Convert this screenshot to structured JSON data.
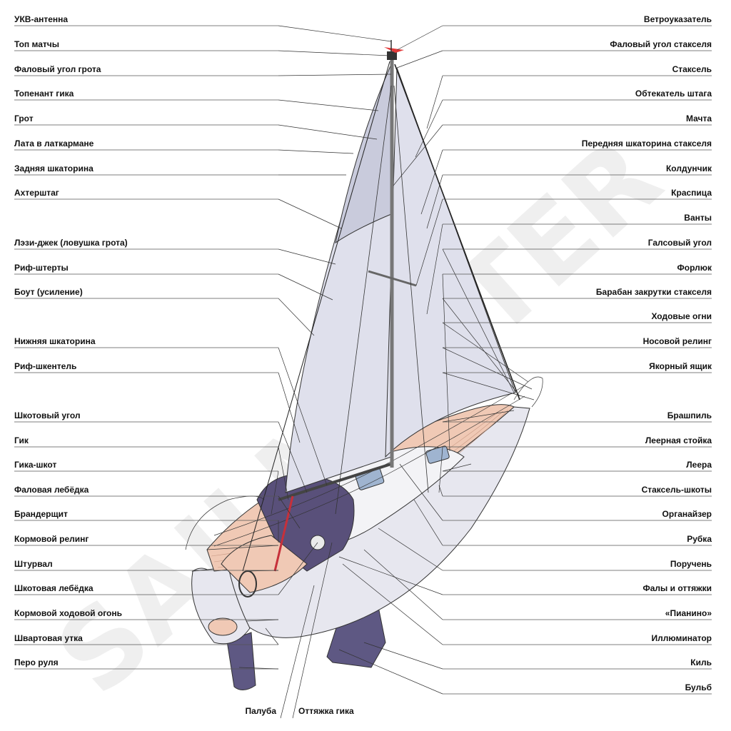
{
  "watermark": "SAILMASTER",
  "colors": {
    "sail": "#dfe0ec",
    "sail_shade": "#c9cbdc",
    "hull": "#e7e7ef",
    "deck": "#f0c9b5",
    "canvas": "#59507a",
    "keel": "#5e5883",
    "line": "#333333"
  },
  "labels_left": [
    {
      "id": "vhf-antenna",
      "text": "УКВ-антенна"
    },
    {
      "id": "masthead",
      "text": "Топ матчы"
    },
    {
      "id": "main-head",
      "text": "Фаловый угол грота"
    },
    {
      "id": "topping-lift",
      "text": "Топенант гика"
    },
    {
      "id": "mainsail",
      "text": "Грот"
    },
    {
      "id": "batten",
      "text": "Лата в латкармане"
    },
    {
      "id": "leech",
      "text": "Задняя шкаторина"
    },
    {
      "id": "backstay",
      "text": "Ахтерштаг"
    },
    {
      "id": "lazy-jack",
      "text": "Лэзи-джек (ловушка грота)"
    },
    {
      "id": "reef-points",
      "text": "Риф-штерты"
    },
    {
      "id": "patch",
      "text": "Боут (усиление)"
    },
    {
      "id": "foot",
      "text": "Нижняя шкаторина"
    },
    {
      "id": "reef-cringle",
      "text": "Риф-шкентель"
    },
    {
      "id": "clew",
      "text": "Шкотовый угол"
    },
    {
      "id": "boom",
      "text": "Гик"
    },
    {
      "id": "mainsheet",
      "text": "Гика-шкот"
    },
    {
      "id": "halyard-winch",
      "text": "Фаловая лебёдка"
    },
    {
      "id": "sprayhood",
      "text": "Брандерщит"
    },
    {
      "id": "stern-pulpit",
      "text": "Кормовой релинг"
    },
    {
      "id": "wheel",
      "text": "Штурвал"
    },
    {
      "id": "sheet-winch",
      "text": "Шкотовая лебёдка"
    },
    {
      "id": "stern-light",
      "text": "Кормовой ходовой огонь"
    },
    {
      "id": "mooring-cleat",
      "text": "Швартовая утка"
    },
    {
      "id": "rudder",
      "text": "Перо руля"
    }
  ],
  "labels_right": [
    {
      "id": "wind-indicator",
      "text": "Ветроуказатель"
    },
    {
      "id": "jib-head",
      "text": "Фаловый угол стакселя"
    },
    {
      "id": "jib",
      "text": "Стаксель"
    },
    {
      "id": "forestay-foil",
      "text": "Обтекатель штага"
    },
    {
      "id": "mast",
      "text": "Мачта"
    },
    {
      "id": "jib-luff",
      "text": "Передняя шкаторина стакселя"
    },
    {
      "id": "telltale",
      "text": "Колдунчик"
    },
    {
      "id": "spreader",
      "text": "Краспица"
    },
    {
      "id": "shrouds",
      "text": "Ванты"
    },
    {
      "id": "tack",
      "text": "Галсовый угол"
    },
    {
      "id": "forestay",
      "text": "Форлюк"
    },
    {
      "id": "furler",
      "text": "Барабан закрутки стакселя"
    },
    {
      "id": "nav-lights",
      "text": "Ходовые огни"
    },
    {
      "id": "bow-pulpit",
      "text": "Носовой релинг"
    },
    {
      "id": "anchor-locker",
      "text": "Якорный ящик"
    },
    {
      "id": "windlass",
      "text": "Брашпиль"
    },
    {
      "id": "stanchion",
      "text": "Леерная стойка"
    },
    {
      "id": "lifelines",
      "text": "Леера"
    },
    {
      "id": "jib-sheets",
      "text": "Стаксель-шкоты"
    },
    {
      "id": "organizer",
      "text": "Органайзер"
    },
    {
      "id": "coachroof",
      "text": "Рубка"
    },
    {
      "id": "handrail",
      "text": "Поручень"
    },
    {
      "id": "halyards",
      "text": "Фалы и оттяжки"
    },
    {
      "id": "clutches",
      "text": "«Пианино»"
    },
    {
      "id": "porthole",
      "text": "Иллюминатор"
    },
    {
      "id": "keel",
      "text": "Киль"
    },
    {
      "id": "bulb",
      "text": "Бульб"
    }
  ],
  "labels_bottom": [
    {
      "id": "deck",
      "text": "Палуба"
    },
    {
      "id": "vang",
      "text": "Оттяжка гика"
    }
  ]
}
